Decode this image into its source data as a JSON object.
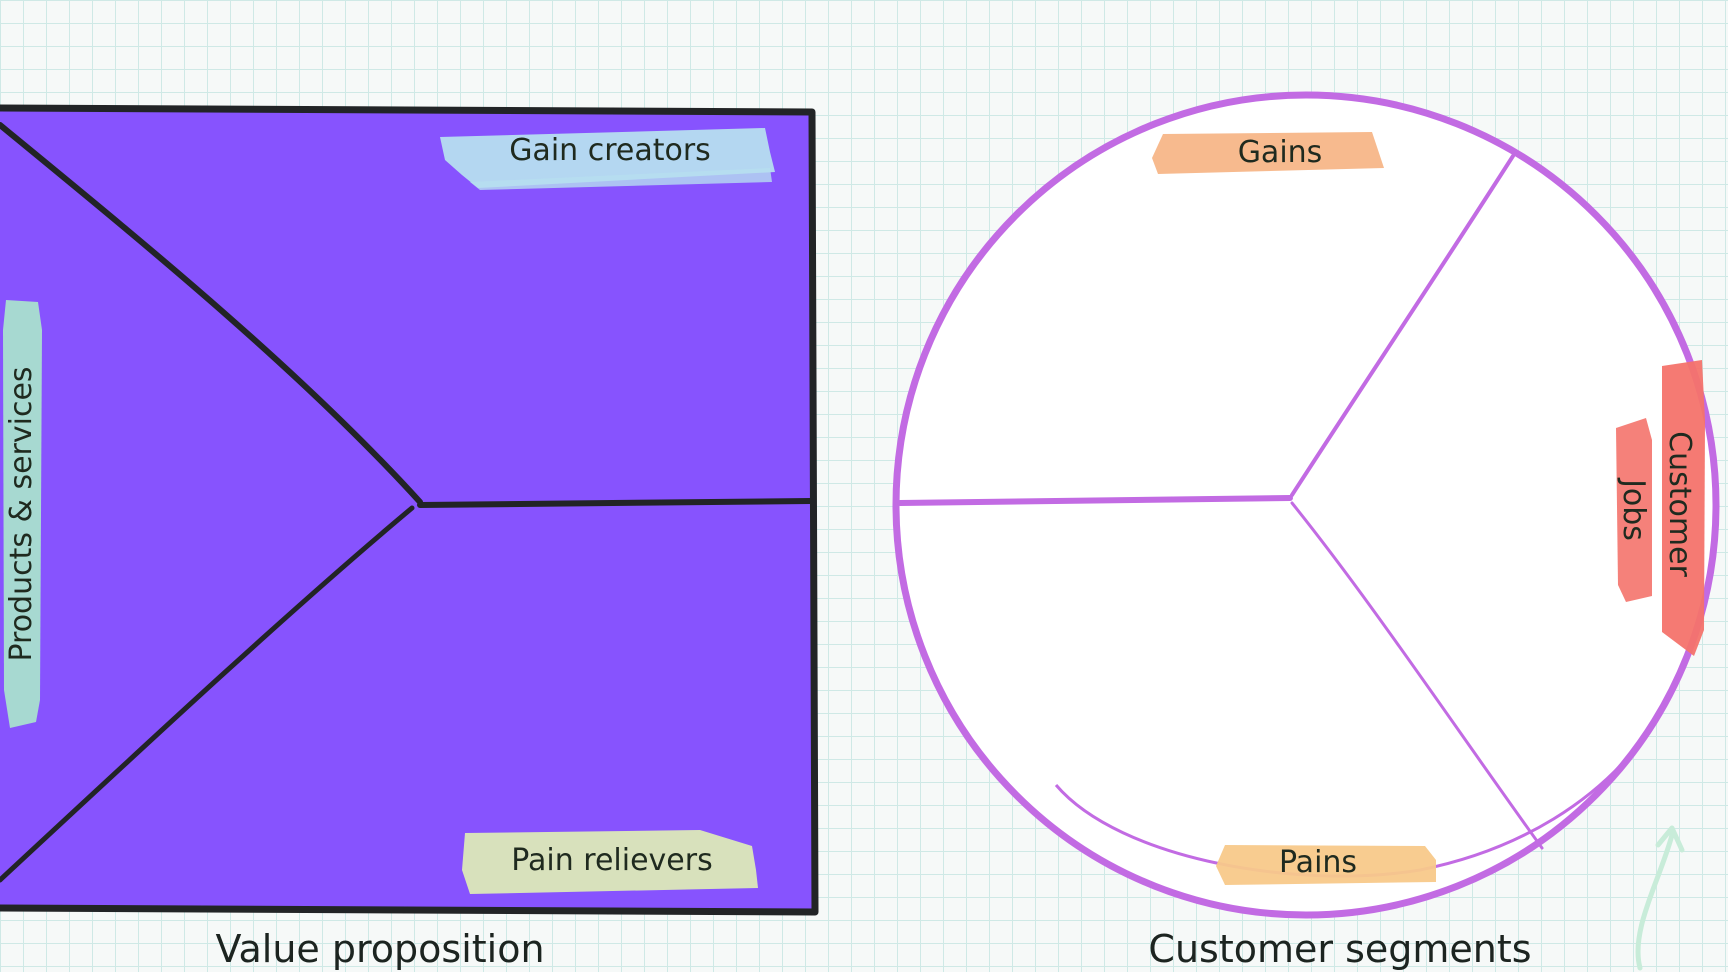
{
  "value_proposition": {
    "caption": "Value proposition",
    "fill_color": "#8753fe",
    "stroke_color": "#222426",
    "sections": {
      "gain_creators": {
        "label": "Gain creators",
        "highlight": "#b6def0"
      },
      "pain_relievers": {
        "label": "Pain relievers",
        "highlight": "#dce9b8"
      },
      "products_services": {
        "label": "Products & services",
        "highlight": "#a9e0cf"
      }
    }
  },
  "customer_segments": {
    "caption": "Customer segments",
    "fill_color": "#ffffff",
    "stroke_color": "#c26be3",
    "sections": {
      "gains": {
        "label": "Gains",
        "highlight": "#f7b688"
      },
      "pains": {
        "label": "Pains",
        "highlight": "#f8c98a"
      },
      "customer_jobs": {
        "label_line1": "Customer",
        "label_line2": "Jobs",
        "highlight": "#f4736c"
      }
    }
  },
  "decoration": {
    "arrow_color": "#c8ecd9"
  }
}
